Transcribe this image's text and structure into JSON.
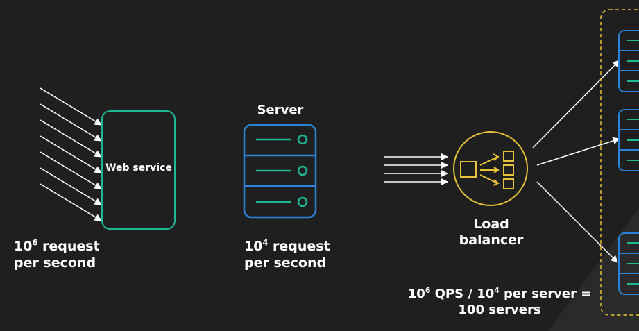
{
  "web_service": {
    "label": "Web service"
  },
  "left_caption": {
    "base": "10",
    "exponent": "6",
    "line1_rest": " request",
    "line2": "per second"
  },
  "server": {
    "title": "Server"
  },
  "mid_caption": {
    "base": "10",
    "exponent": "4",
    "line1_rest": " request",
    "line2": "per second"
  },
  "load_balancer": {
    "line1": "Load",
    "line2": "balancer"
  },
  "qps_caption": {
    "a_base": "10",
    "a_exp": "6",
    "a_rest": " QPS / ",
    "b_base": "10",
    "b_exp": "4",
    "b_rest": " per server =",
    "line2": "100 servers"
  },
  "colors": {
    "background": "#1f1f1f",
    "web_service_stroke": "#1fb895",
    "server_stroke": "#2b82d9",
    "server_line": "#1fb895",
    "load_balancer": "#e8c23a",
    "cluster_border": "#e8c23a",
    "arrow": "#ffffff"
  }
}
